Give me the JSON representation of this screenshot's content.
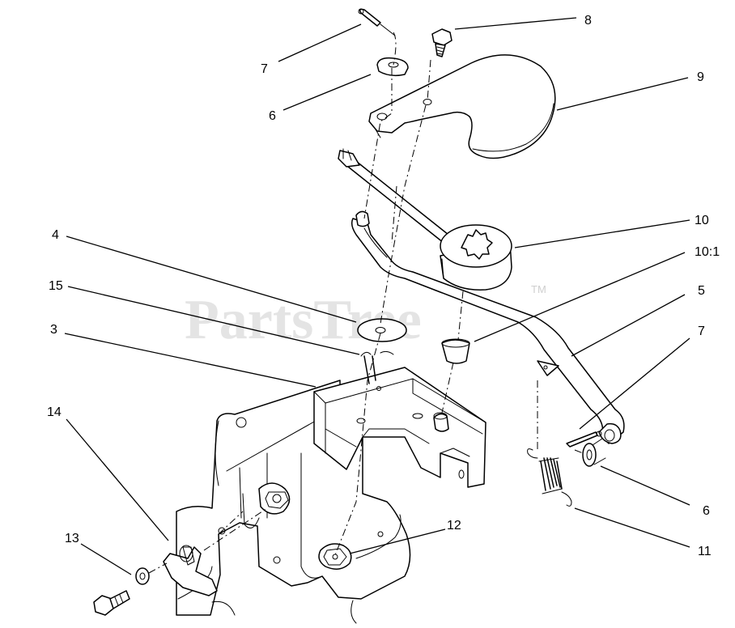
{
  "watermark": {
    "text": "PartsTree",
    "tm": "TM"
  },
  "callouts": {
    "c8": "8",
    "c7a": "7",
    "c9": "9",
    "c6a": "6",
    "c10": "10",
    "c101": "10:1",
    "c4": "4",
    "c15": "15",
    "c5": "5",
    "c3": "3",
    "c7b": "7",
    "c14": "14",
    "c6b": "6",
    "c12": "12",
    "c13": "13",
    "c11": "11"
  },
  "colors": {
    "line": "#000000",
    "watermark": "#cfcfcf",
    "background": "#ffffff"
  }
}
